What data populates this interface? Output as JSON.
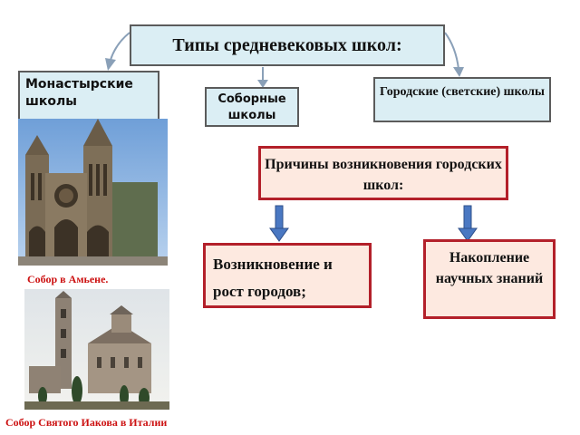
{
  "title": "Типы средневековых школ:",
  "types": {
    "monastery": "Монастырские школы",
    "cathedral": "Соборные школы",
    "city": "Городские (светские) школы"
  },
  "reasons": {
    "heading": "Причины возникновения городских школ:",
    "growth": "Возникновение и рост городов;",
    "knowledge": "Накопление научных знаний"
  },
  "captions": {
    "amiens": "Собор в Амьене",
    "italy": "Собор Святого Иакова в Италии"
  },
  "colors": {
    "box_fill": "#dbeef4",
    "reason_fill": "#fde9e0",
    "reason_border": "#b3202a",
    "caption": "#cc1111",
    "arrow_blue": "#4a78c2"
  }
}
